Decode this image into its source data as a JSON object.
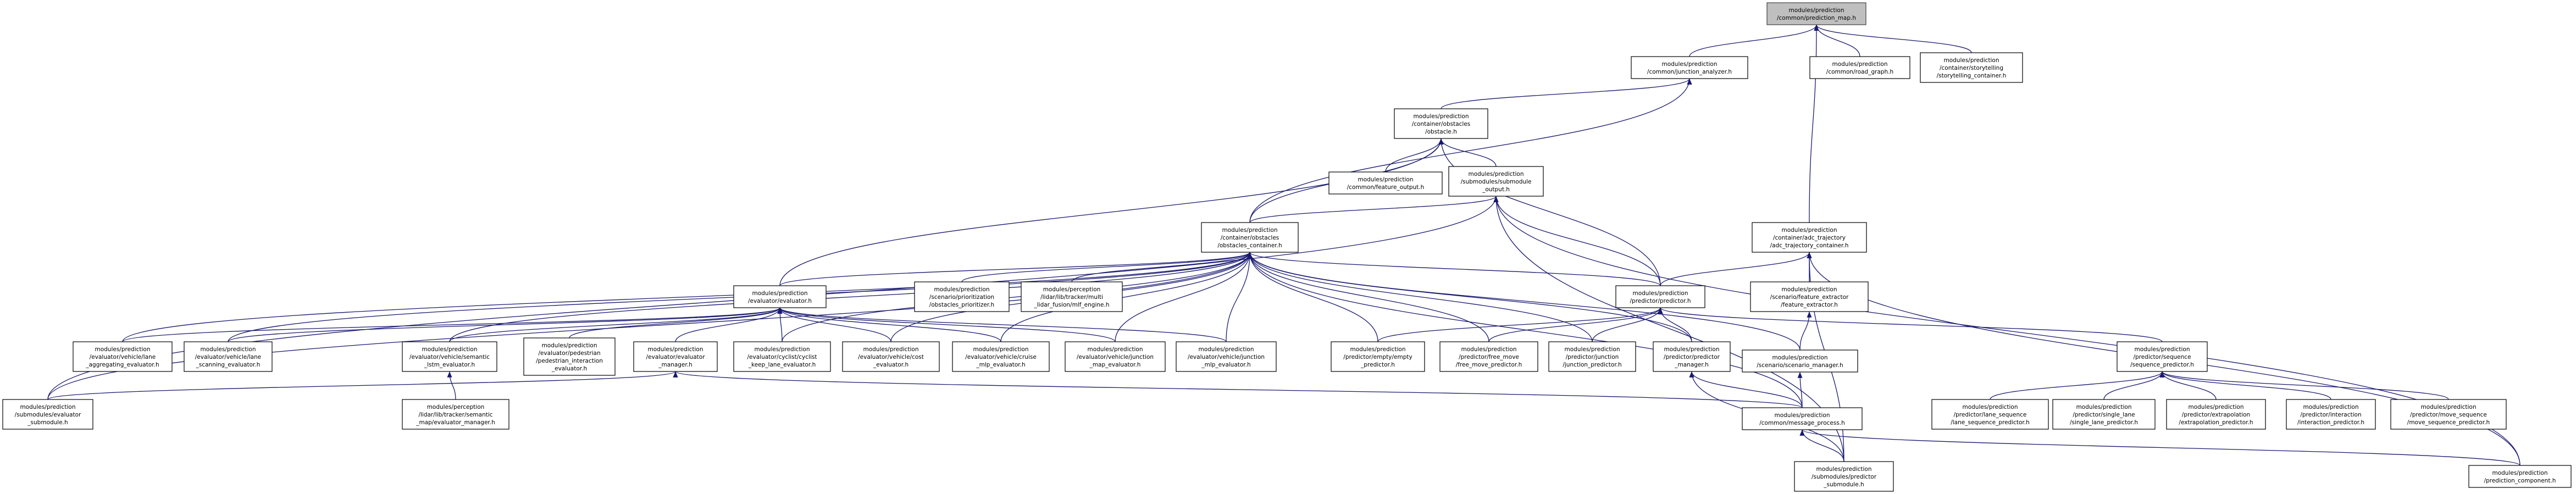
{
  "diagram": {
    "type": "include-dependency-graph",
    "colors": {
      "node_fill": "#ffffff",
      "root_fill": "#bfbfbf",
      "node_border": "#000000",
      "edge": "#191970"
    },
    "nodes": [
      {
        "id": "prediction_map",
        "root": true,
        "lines": [
          "modules/prediction",
          "/common/prediction_map.h"
        ]
      },
      {
        "id": "junction_analyzer",
        "lines": [
          "modules/prediction",
          "/common/junction_analyzer.h"
        ]
      },
      {
        "id": "road_graph",
        "lines": [
          "modules/prediction",
          "/common/road_graph.h"
        ]
      },
      {
        "id": "storytelling_container",
        "lines": [
          "modules/prediction",
          "/container/storytelling",
          "/storytelling_container.h"
        ]
      },
      {
        "id": "obstacle",
        "lines": [
          "modules/prediction",
          "/container/obstacles",
          "/obstacle.h"
        ]
      },
      {
        "id": "feature_output",
        "lines": [
          "modules/prediction",
          "/common/feature_output.h"
        ]
      },
      {
        "id": "submodule_output",
        "lines": [
          "modules/prediction",
          "/submodules/submodule",
          "_output.h"
        ]
      },
      {
        "id": "obstacles_container",
        "lines": [
          "modules/prediction",
          "/container/obstacles",
          "/obstacles_container.h"
        ]
      },
      {
        "id": "adc_trajectory_container",
        "lines": [
          "modules/prediction",
          "/container/adc_trajectory",
          "/adc_trajectory_container.h"
        ]
      },
      {
        "id": "evaluator",
        "lines": [
          "modules/prediction",
          "/evaluator/evaluator.h"
        ]
      },
      {
        "id": "obstacles_prioritizer",
        "lines": [
          "modules/prediction",
          "/scenario/prioritization",
          "/obstacles_prioritizer.h"
        ]
      },
      {
        "id": "mlf_engine",
        "lines": [
          "modules/perception",
          "/lidar/lib/tracker/multi",
          "_lidar_fusion/mlf_engine.h"
        ]
      },
      {
        "id": "predictor",
        "lines": [
          "modules/prediction",
          "/predictor/predictor.h"
        ]
      },
      {
        "id": "feature_extractor",
        "lines": [
          "modules/prediction",
          "/scenario/feature_extractor",
          "/feature_extractor.h"
        ]
      },
      {
        "id": "lane_aggregating_evaluator",
        "lines": [
          "modules/prediction",
          "/evaluator/vehicle/lane",
          "_aggregating_evaluator.h"
        ]
      },
      {
        "id": "lane_scanning_evaluator",
        "lines": [
          "modules/prediction",
          "/evaluator/vehicle/lane",
          "_scanning_evaluator.h"
        ]
      },
      {
        "id": "semantic_lstm_evaluator",
        "lines": [
          "modules/prediction",
          "/evaluator/vehicle/semantic",
          "_lstm_evaluator.h"
        ]
      },
      {
        "id": "pedestrian_interaction_evaluator",
        "lines": [
          "modules/prediction",
          "/evaluator/pedestrian",
          "/pedestrian_interaction",
          "_evaluator.h"
        ]
      },
      {
        "id": "evaluator_manager",
        "lines": [
          "modules/prediction",
          "/evaluator/evaluator",
          "_manager.h"
        ]
      },
      {
        "id": "cyclist_keep_lane_evaluator",
        "lines": [
          "modules/prediction",
          "/evaluator/cyclist/cyclist",
          "_keep_lane_evaluator.h"
        ]
      },
      {
        "id": "cost_evaluator",
        "lines": [
          "modules/prediction",
          "/evaluator/vehicle/cost",
          "_evaluator.h"
        ]
      },
      {
        "id": "cruise_mlp_evaluator",
        "lines": [
          "modules/prediction",
          "/evaluator/vehicle/cruise",
          "_mlp_evaluator.h"
        ]
      },
      {
        "id": "junction_map_evaluator",
        "lines": [
          "modules/prediction",
          "/evaluator/vehicle/junction",
          "_map_evaluator.h"
        ]
      },
      {
        "id": "junction_mlp_evaluator",
        "lines": [
          "modules/prediction",
          "/evaluator/vehicle/junction",
          "_mlp_evaluator.h"
        ]
      },
      {
        "id": "empty_predictor",
        "lines": [
          "modules/prediction",
          "/predictor/empty/empty",
          "_predictor.h"
        ]
      },
      {
        "id": "free_move_predictor",
        "lines": [
          "modules/prediction",
          "/predictor/free_move",
          "/free_move_predictor.h"
        ]
      },
      {
        "id": "junction_predictor",
        "lines": [
          "modules/prediction",
          "/predictor/junction",
          "/junction_predictor.h"
        ]
      },
      {
        "id": "predictor_manager",
        "lines": [
          "modules/prediction",
          "/predictor/predictor",
          "_manager.h"
        ]
      },
      {
        "id": "scenario_manager",
        "lines": [
          "modules/prediction",
          "/scenario/scenario_manager.h"
        ]
      },
      {
        "id": "sequence_predictor",
        "lines": [
          "modules/prediction",
          "/predictor/sequence",
          "/sequence_predictor.h"
        ]
      },
      {
        "id": "evaluator_submodule",
        "lines": [
          "modules/prediction",
          "/submodules/evaluator",
          "_submodule.h"
        ]
      },
      {
        "id": "semantic_map",
        "lines": [
          "modules/perception",
          "/lidar/lib/tracker/semantic",
          "_map/evaluator_manager.h"
        ]
      },
      {
        "id": "message_process",
        "lines": [
          "modules/prediction",
          "/common/message_process.h"
        ]
      },
      {
        "id": "lane_sequence_predictor",
        "lines": [
          "modules/prediction",
          "/predictor/lane_sequence",
          "/lane_sequence_predictor.h"
        ]
      },
      {
        "id": "single_lane_predictor",
        "lines": [
          "modules/prediction",
          "/predictor/single_lane",
          "/single_lane_predictor.h"
        ]
      },
      {
        "id": "extrapolation_predictor",
        "lines": [
          "modules/prediction",
          "/predictor/extrapolation",
          "/extrapolation_predictor.h"
        ]
      },
      {
        "id": "interaction_predictor",
        "lines": [
          "modules/prediction",
          "/predictor/interaction",
          "/interaction_predictor.h"
        ]
      },
      {
        "id": "move_sequence_predictor",
        "lines": [
          "modules/prediction",
          "/predictor/move_sequence",
          "/move_sequence_predictor.h"
        ]
      },
      {
        "id": "predictor_submodule",
        "lines": [
          "modules/prediction",
          "/submodules/predictor",
          "_submodule.h"
        ]
      },
      {
        "id": "prediction_component",
        "lines": [
          "modules/prediction",
          "/prediction_component.h"
        ]
      }
    ],
    "edges": [
      [
        "junction_analyzer",
        "prediction_map"
      ],
      [
        "road_graph",
        "prediction_map"
      ],
      [
        "storytelling_container",
        "prediction_map"
      ],
      [
        "adc_trajectory_container",
        "prediction_map"
      ],
      [
        "obstacle",
        "junction_analyzer"
      ],
      [
        "obstacles_container",
        "junction_analyzer"
      ],
      [
        "feature_output",
        "obstacle"
      ],
      [
        "submodule_output",
        "obstacle"
      ],
      [
        "obstacles_container",
        "obstacle"
      ],
      [
        "evaluator",
        "obstacle"
      ],
      [
        "predictor",
        "obstacle"
      ],
      [
        "obstacles_container",
        "submodule_output"
      ],
      [
        "evaluator_submodule",
        "submodule_output"
      ],
      [
        "predictor_submodule",
        "submodule_output"
      ],
      [
        "prediction_component",
        "submodule_output"
      ],
      [
        "predictor",
        "submodule_output"
      ],
      [
        "evaluator",
        "obstacles_container"
      ],
      [
        "obstacles_prioritizer",
        "obstacles_container"
      ],
      [
        "mlf_engine",
        "obstacles_container"
      ],
      [
        "predictor",
        "obstacles_container"
      ],
      [
        "lane_aggregating_evaluator",
        "obstacles_container"
      ],
      [
        "lane_scanning_evaluator",
        "obstacles_container"
      ],
      [
        "semantic_lstm_evaluator",
        "obstacles_container"
      ],
      [
        "cyclist_keep_lane_evaluator",
        "obstacles_container"
      ],
      [
        "cost_evaluator",
        "obstacles_container"
      ],
      [
        "cruise_mlp_evaluator",
        "obstacles_container"
      ],
      [
        "junction_map_evaluator",
        "obstacles_container"
      ],
      [
        "junction_mlp_evaluator",
        "obstacles_container"
      ],
      [
        "empty_predictor",
        "obstacles_container"
      ],
      [
        "free_move_predictor",
        "obstacles_container"
      ],
      [
        "junction_predictor",
        "obstacles_container"
      ],
      [
        "predictor_manager",
        "obstacles_container"
      ],
      [
        "scenario_manager",
        "obstacles_container"
      ],
      [
        "message_process",
        "obstacles_container"
      ],
      [
        "evaluator_submodule",
        "obstacles_container"
      ],
      [
        "predictor",
        "adc_trajectory_container"
      ],
      [
        "feature_extractor",
        "adc_trajectory_container"
      ],
      [
        "predictor_submodule",
        "adc_trajectory_container"
      ],
      [
        "prediction_component",
        "adc_trajectory_container"
      ],
      [
        "lane_aggregating_evaluator",
        "evaluator"
      ],
      [
        "lane_scanning_evaluator",
        "evaluator"
      ],
      [
        "semantic_lstm_evaluator",
        "evaluator"
      ],
      [
        "pedestrian_interaction_evaluator",
        "evaluator"
      ],
      [
        "evaluator_manager",
        "evaluator"
      ],
      [
        "cyclist_keep_lane_evaluator",
        "evaluator"
      ],
      [
        "cost_evaluator",
        "evaluator"
      ],
      [
        "cruise_mlp_evaluator",
        "evaluator"
      ],
      [
        "junction_map_evaluator",
        "evaluator"
      ],
      [
        "junction_mlp_evaluator",
        "evaluator"
      ],
      [
        "empty_predictor",
        "predictor"
      ],
      [
        "free_move_predictor",
        "predictor"
      ],
      [
        "junction_predictor",
        "predictor"
      ],
      [
        "predictor_manager",
        "predictor"
      ],
      [
        "sequence_predictor",
        "predictor"
      ],
      [
        "scenario_manager",
        "feature_extractor"
      ],
      [
        "semantic_map",
        "semantic_lstm_evaluator"
      ],
      [
        "evaluator_submodule",
        "evaluator_manager"
      ],
      [
        "message_process",
        "evaluator_manager"
      ],
      [
        "message_process",
        "predictor_manager"
      ],
      [
        "predictor_submodule",
        "predictor_manager"
      ],
      [
        "message_process",
        "scenario_manager"
      ],
      [
        "lane_sequence_predictor",
        "sequence_predictor"
      ],
      [
        "single_lane_predictor",
        "sequence_predictor"
      ],
      [
        "extrapolation_predictor",
        "sequence_predictor"
      ],
      [
        "interaction_predictor",
        "sequence_predictor"
      ],
      [
        "move_sequence_predictor",
        "sequence_predictor"
      ],
      [
        "predictor_submodule",
        "message_process"
      ],
      [
        "prediction_component",
        "message_process"
      ]
    ]
  }
}
